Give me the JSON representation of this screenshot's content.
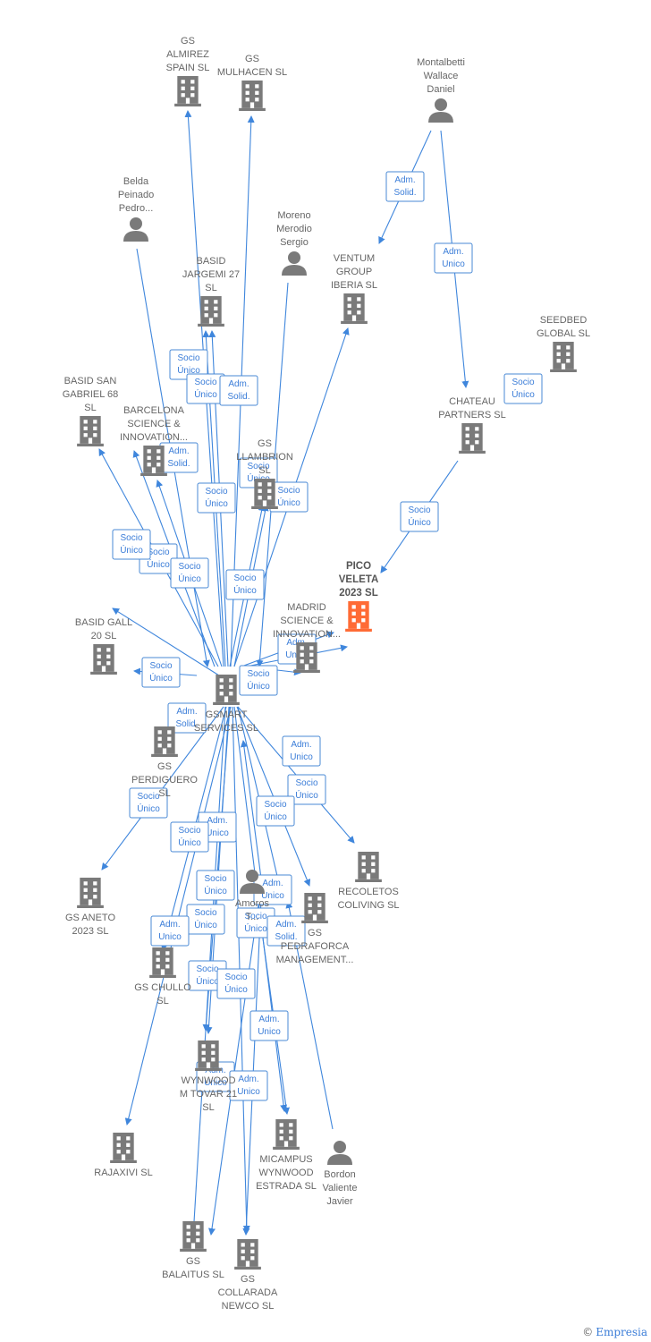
{
  "colors": {
    "edge": "#3f86dc",
    "node": "#7a7a7a",
    "main_node": "#ff6b35"
  },
  "nodes": [
    {
      "id": "gs-almirez",
      "type": "company",
      "lines": [
        "GS",
        "ALMIREZ",
        "SPAIN  SL"
      ]
    },
    {
      "id": "gs-mulhacen",
      "type": "company",
      "lines": [
        "GS",
        "MULHACEN  SL"
      ]
    },
    {
      "id": "montalbetti",
      "type": "person",
      "lines": [
        "Montalbetti",
        "Wallace",
        "Daniel"
      ]
    },
    {
      "id": "belda",
      "type": "person",
      "lines": [
        "Belda",
        "Peinado",
        "Pedro..."
      ]
    },
    {
      "id": "moreno",
      "type": "person",
      "lines": [
        "Moreno",
        "Merodio",
        "Sergio"
      ]
    },
    {
      "id": "basid-jargemi",
      "type": "company",
      "lines": [
        "BASID",
        "JARGEMI 27",
        "SL"
      ]
    },
    {
      "id": "ventum",
      "type": "company",
      "lines": [
        "VENTUM",
        "GROUP",
        "IBERIA  SL"
      ]
    },
    {
      "id": "seedbed",
      "type": "company",
      "lines": [
        "SEEDBED",
        "GLOBAL  SL"
      ]
    },
    {
      "id": "basid-gabriel",
      "type": "company",
      "lines": [
        "BASID SAN",
        "GABRIEL 68",
        "SL"
      ]
    },
    {
      "id": "barcelona",
      "type": "company",
      "lines": [
        "BARCELONA",
        "SCIENCE &",
        "INNOVATION..."
      ]
    },
    {
      "id": "gs-llambrion",
      "type": "company",
      "lines": [
        "GS",
        "LLAMBRION",
        "SL"
      ]
    },
    {
      "id": "chateau",
      "type": "company",
      "lines": [
        "CHATEAU",
        "PARTNERS  SL"
      ]
    },
    {
      "id": "pico-veleta",
      "type": "main",
      "lines": [
        "PICO",
        "VELETA",
        "2023  SL"
      ]
    },
    {
      "id": "madrid-science",
      "type": "company",
      "lines": [
        "MADRID",
        "SCIENCE &",
        "INNOVATION..."
      ]
    },
    {
      "id": "basid-gall",
      "type": "company",
      "lines": [
        "BASID GALL",
        "20  SL"
      ]
    },
    {
      "id": "gsmart",
      "type": "company",
      "lines": [
        "GSMART",
        "SERVICES  SL"
      ]
    },
    {
      "id": "gs-perdiguero",
      "type": "company",
      "lines": [
        "GS",
        "PERDIGUERO",
        "SL"
      ]
    },
    {
      "id": "gs-aneto",
      "type": "company",
      "lines": [
        "GS ANETO",
        "2023  SL"
      ]
    },
    {
      "id": "amoros",
      "type": "person",
      "lines": [
        "Amoros",
        "T..."
      ]
    },
    {
      "id": "recoletos",
      "type": "company",
      "lines": [
        "RECOLETOS",
        "COLIVING  SL"
      ]
    },
    {
      "id": "pedraforca",
      "type": "company",
      "lines": [
        "GS",
        "PEDRAFORCA",
        "MANAGEMENT..."
      ]
    },
    {
      "id": "gs-chullo",
      "type": "company",
      "lines": [
        "GS CHULLO",
        "SL"
      ]
    },
    {
      "id": "wynwood-tovar",
      "type": "company",
      "lines": [
        "WYNWOOD",
        "M TOVAR 21",
        "SL"
      ]
    },
    {
      "id": "rajaxivi",
      "type": "company",
      "lines": [
        "RAJAXIVI  SL"
      ]
    },
    {
      "id": "micampus",
      "type": "company",
      "lines": [
        "MICAMPUS",
        "WYNWOOD",
        "ESTRADA  SL"
      ]
    },
    {
      "id": "bordon",
      "type": "person",
      "lines": [
        "Bordon",
        "Valiente",
        "Javier"
      ]
    },
    {
      "id": "gs-balaitus",
      "type": "company",
      "lines": [
        "GS",
        "BALAITUS  SL"
      ]
    },
    {
      "id": "gs-collarada",
      "type": "company",
      "lines": [
        "GS",
        "COLLARADA",
        "NEWCO  SL"
      ]
    }
  ],
  "edge_labels": [
    [
      "Adm.",
      "Solid."
    ],
    [
      "Adm.",
      "Unico"
    ],
    [
      "Socio",
      "Único"
    ],
    [
      "Socio",
      "Único"
    ],
    [
      "Socio",
      "Único"
    ],
    [
      "Socio",
      "Único"
    ],
    [
      "Adm.",
      "Solid."
    ],
    [
      "Adm.",
      "Solid."
    ],
    [
      "Socio",
      "Único"
    ],
    [
      "Socio",
      "Único"
    ],
    [
      "Socio",
      "Único"
    ],
    [
      "Socio",
      "Único"
    ],
    [
      "Socio",
      "Único"
    ],
    [
      "Socio",
      "Único"
    ],
    [
      "Socio",
      "Único"
    ],
    [
      "Socio",
      "Único"
    ],
    [
      "Adm.",
      "Unico"
    ],
    [
      "Socio",
      "Único"
    ],
    [
      "Adm.",
      "Unico"
    ],
    [
      "Adm.",
      "Solid."
    ],
    [
      "Socio",
      "Único"
    ],
    [
      "Socio",
      "Único"
    ],
    [
      "Socio",
      "Único"
    ],
    [
      "Adm.",
      "Unico"
    ],
    [
      "Socio",
      "Único"
    ],
    [
      "Socio",
      "Único"
    ],
    [
      "Adm.",
      "Unico"
    ],
    [
      "Socio",
      "Único"
    ],
    [
      "Adm.",
      "Unico"
    ],
    [
      "Socio",
      "Único"
    ],
    [
      "Adm.",
      "Solid."
    ],
    [
      "Socio",
      "Único"
    ],
    [
      "Socio",
      "Único"
    ],
    [
      "Adm.",
      "Unico"
    ],
    [
      "Adm.",
      "Unico"
    ],
    [
      "Adm.",
      "Unico"
    ]
  ],
  "footer": {
    "copyright": "©",
    "brand": "Empresia"
  }
}
